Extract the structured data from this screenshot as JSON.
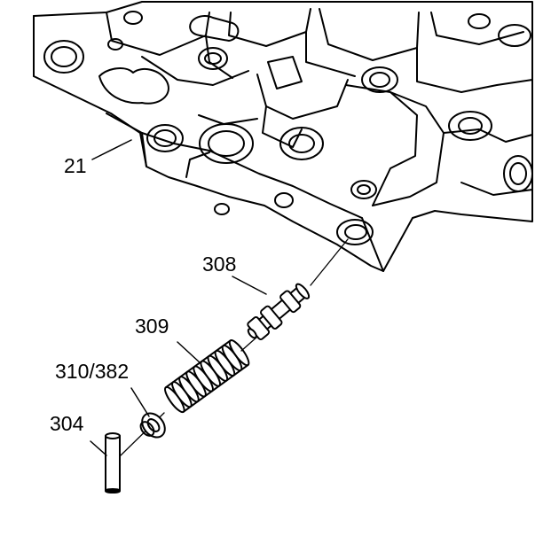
{
  "callouts": {
    "valve_body": "21",
    "valve": "308",
    "spring": "309",
    "retainer": "310/382",
    "pin": "304"
  }
}
